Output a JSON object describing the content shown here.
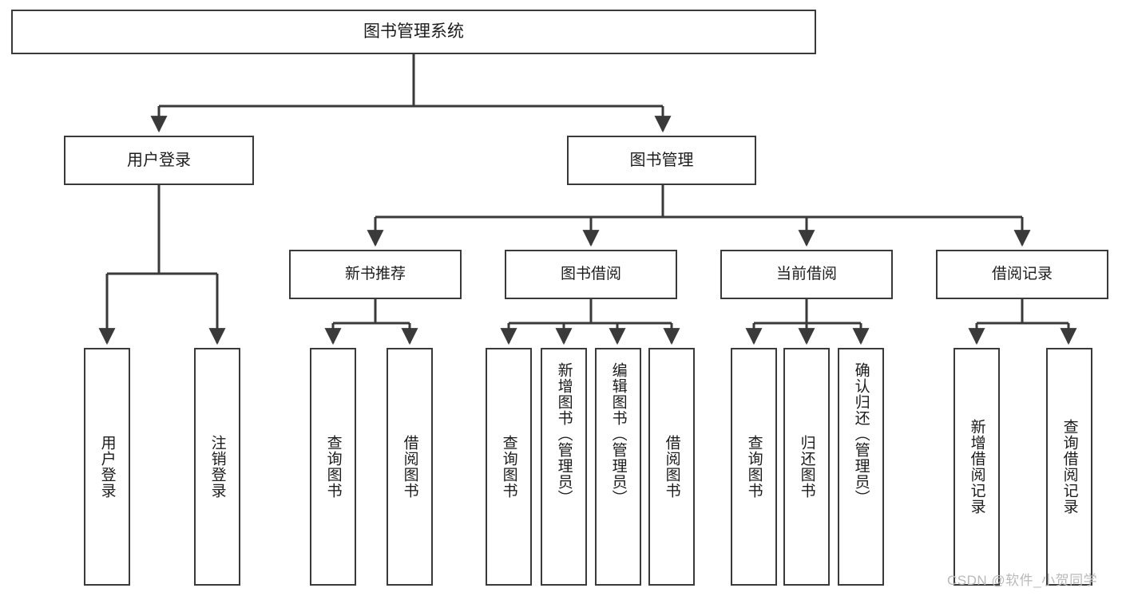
{
  "diagram": {
    "type": "tree-hierarchy-chart",
    "title": "图书管理系统",
    "orientation": "top-down",
    "line_color": "#3a3a3a",
    "box_fill": "#ffffff",
    "text_color": "#1c1c1c"
  },
  "nodes": {
    "root": {
      "label": "图书管理系统"
    },
    "level1": [
      {
        "id": "user-login",
        "label": "用户登录"
      },
      {
        "id": "book-management",
        "label": "图书管理"
      }
    ],
    "level2": [
      {
        "id": "new-book-recommend",
        "label": "新书推荐"
      },
      {
        "id": "book-borrow",
        "label": "图书借阅"
      },
      {
        "id": "current-borrow",
        "label": "当前借阅"
      },
      {
        "id": "borrow-record",
        "label": "借阅记录"
      }
    ],
    "leaves": {
      "user_login": [
        {
          "id": "leaf-user-login",
          "label": "用户登录"
        },
        {
          "id": "leaf-logout-login",
          "label": "注销登录"
        }
      ],
      "new_book_recommend": [
        {
          "id": "leaf-query-book-1",
          "label": "查询图书"
        },
        {
          "id": "leaf-borrow-book-1",
          "label": "借阅图书"
        }
      ],
      "book_borrow": [
        {
          "id": "leaf-query-book-2",
          "label": "查询图书"
        },
        {
          "id": "leaf-add-book",
          "label": "新增图书（管理员）"
        },
        {
          "id": "leaf-edit-book",
          "label": "编辑图书（管理员）"
        },
        {
          "id": "leaf-borrow-book-2",
          "label": "借阅图书"
        }
      ],
      "current_borrow": [
        {
          "id": "leaf-query-book-3",
          "label": "查询图书"
        },
        {
          "id": "leaf-return-book",
          "label": "归还图书"
        },
        {
          "id": "leaf-confirm-return",
          "label": "确认归还（管理员）"
        }
      ],
      "borrow_record": [
        {
          "id": "leaf-add-record",
          "label": "新增借阅记录"
        },
        {
          "id": "leaf-query-record",
          "label": "查询借阅记录"
        }
      ]
    }
  },
  "watermark": {
    "text": "CSDN @软件_小贺同学"
  }
}
